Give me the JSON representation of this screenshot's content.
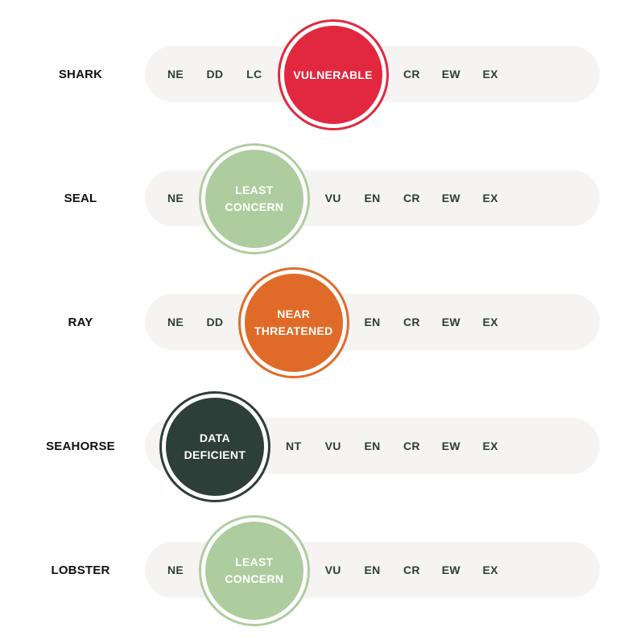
{
  "scale_codes": [
    "NE",
    "DD",
    "LC",
    "NT",
    "VU",
    "EN",
    "CR",
    "EW",
    "EX"
  ],
  "statuses": {
    "VU": {
      "label": "VULNERABLE",
      "color": "#e1283f"
    },
    "LC": {
      "label": "LEAST\nCONCERN",
      "color": "#aecd9f"
    },
    "NT": {
      "label": "NEAR\nTHREATENED",
      "color": "#e06b29"
    },
    "DD": {
      "label": "DATA\nDEFICIENT",
      "color": "#2e3e38"
    }
  },
  "rows": [
    {
      "species": "SHARK",
      "status": "VU"
    },
    {
      "species": "SEAL",
      "status": "LC"
    },
    {
      "species": "RAY",
      "status": "NT"
    },
    {
      "species": "SEAHORSE",
      "status": "DD",
      "hidden_codes": [
        "NE"
      ]
    },
    {
      "species": "LOBSTER",
      "status": "LC"
    }
  ]
}
